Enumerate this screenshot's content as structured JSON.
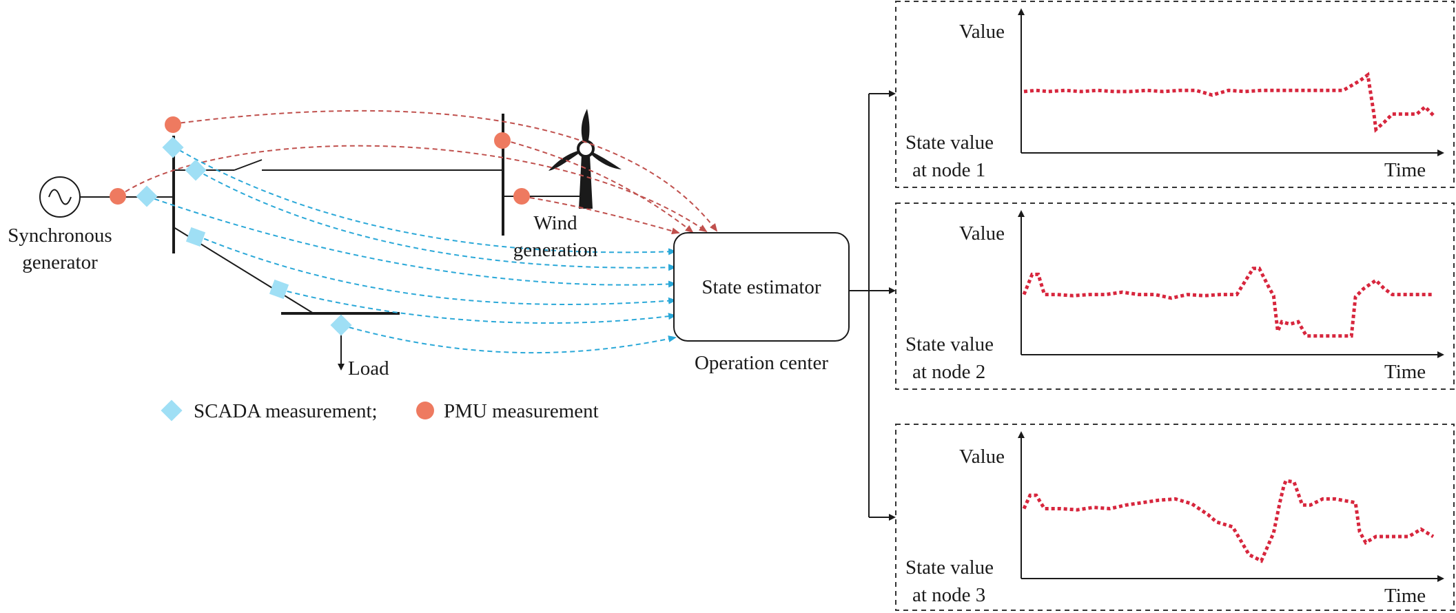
{
  "labels": {
    "generator_line1": "Synchronous",
    "generator_line2": "generator",
    "wind_line1": "Wind",
    "wind_line2": "generation",
    "load": "Load",
    "estimator": "State estimator",
    "operation_center": "Operation center"
  },
  "legend": {
    "scada": "SCADA measurement;",
    "pmu": "PMU measurement"
  },
  "colors": {
    "scada": "#9fdff5",
    "pmu": "#ee7a60",
    "scada_link": "#2aa8d8",
    "pmu_link": "#c0504d",
    "signal": "#d7263d"
  },
  "charts": [
    {
      "y_label": "Value",
      "x_label": "Time",
      "state_line1": "State value",
      "state_line2": "at node 1",
      "chart_data": {
        "type": "line",
        "x": [
          0,
          0.03,
          0.06,
          0.1,
          0.14,
          0.18,
          0.22,
          0.26,
          0.3,
          0.34,
          0.38,
          0.42,
          0.46,
          0.5,
          0.54,
          0.58,
          0.62,
          0.66,
          0.7,
          0.74,
          0.78,
          0.8,
          0.82,
          0.84,
          0.855,
          0.86,
          0.88,
          0.9,
          0.93,
          0.96,
          0.98,
          1.0
        ],
        "y": [
          0.46,
          0.47,
          0.46,
          0.47,
          0.46,
          0.47,
          0.46,
          0.46,
          0.47,
          0.46,
          0.47,
          0.47,
          0.43,
          0.47,
          0.46,
          0.47,
          0.47,
          0.47,
          0.47,
          0.47,
          0.47,
          0.51,
          0.55,
          0.6,
          0.27,
          0.14,
          0.2,
          0.27,
          0.27,
          0.27,
          0.33,
          0.26
        ],
        "ylim": [
          0,
          1
        ]
      }
    },
    {
      "y_label": "Value",
      "x_label": "Time",
      "state_line1": "State value",
      "state_line2": "at node 2",
      "chart_data": {
        "type": "line",
        "x": [
          0,
          0.02,
          0.035,
          0.05,
          0.08,
          0.12,
          0.16,
          0.2,
          0.24,
          0.28,
          0.32,
          0.36,
          0.4,
          0.44,
          0.48,
          0.52,
          0.56,
          0.575,
          0.6,
          0.61,
          0.62,
          0.63,
          0.65,
          0.67,
          0.69,
          0.72,
          0.76,
          0.8,
          0.81,
          0.83,
          0.86,
          0.88,
          0.9,
          0.93,
          0.96,
          1.0
        ],
        "y": [
          0.45,
          0.62,
          0.62,
          0.45,
          0.45,
          0.44,
          0.45,
          0.45,
          0.47,
          0.45,
          0.45,
          0.42,
          0.45,
          0.44,
          0.45,
          0.45,
          0.67,
          0.67,
          0.5,
          0.44,
          0.14,
          0.22,
          0.2,
          0.22,
          0.1,
          0.1,
          0.1,
          0.1,
          0.43,
          0.5,
          0.57,
          0.5,
          0.45,
          0.45,
          0.45,
          0.45
        ],
        "ylim": [
          0,
          1
        ]
      }
    },
    {
      "y_label": "Value",
      "x_label": "Time",
      "state_line1": "State value",
      "state_line2": "at node 3",
      "chart_data": {
        "type": "line",
        "x": [
          0,
          0.015,
          0.03,
          0.05,
          0.09,
          0.13,
          0.17,
          0.21,
          0.25,
          0.29,
          0.33,
          0.37,
          0.41,
          0.45,
          0.47,
          0.51,
          0.55,
          0.58,
          0.61,
          0.625,
          0.635,
          0.64,
          0.66,
          0.68,
          0.7,
          0.73,
          0.76,
          0.81,
          0.82,
          0.835,
          0.86,
          0.9,
          0.94,
          0.97,
          1.0
        ],
        "y": [
          0.52,
          0.63,
          0.63,
          0.52,
          0.52,
          0.51,
          0.53,
          0.52,
          0.55,
          0.57,
          0.59,
          0.6,
          0.56,
          0.47,
          0.41,
          0.37,
          0.14,
          0.09,
          0.32,
          0.57,
          0.71,
          0.75,
          0.74,
          0.55,
          0.55,
          0.6,
          0.6,
          0.57,
          0.33,
          0.24,
          0.29,
          0.29,
          0.29,
          0.35,
          0.29
        ],
        "ylim": [
          0,
          1
        ]
      }
    }
  ]
}
